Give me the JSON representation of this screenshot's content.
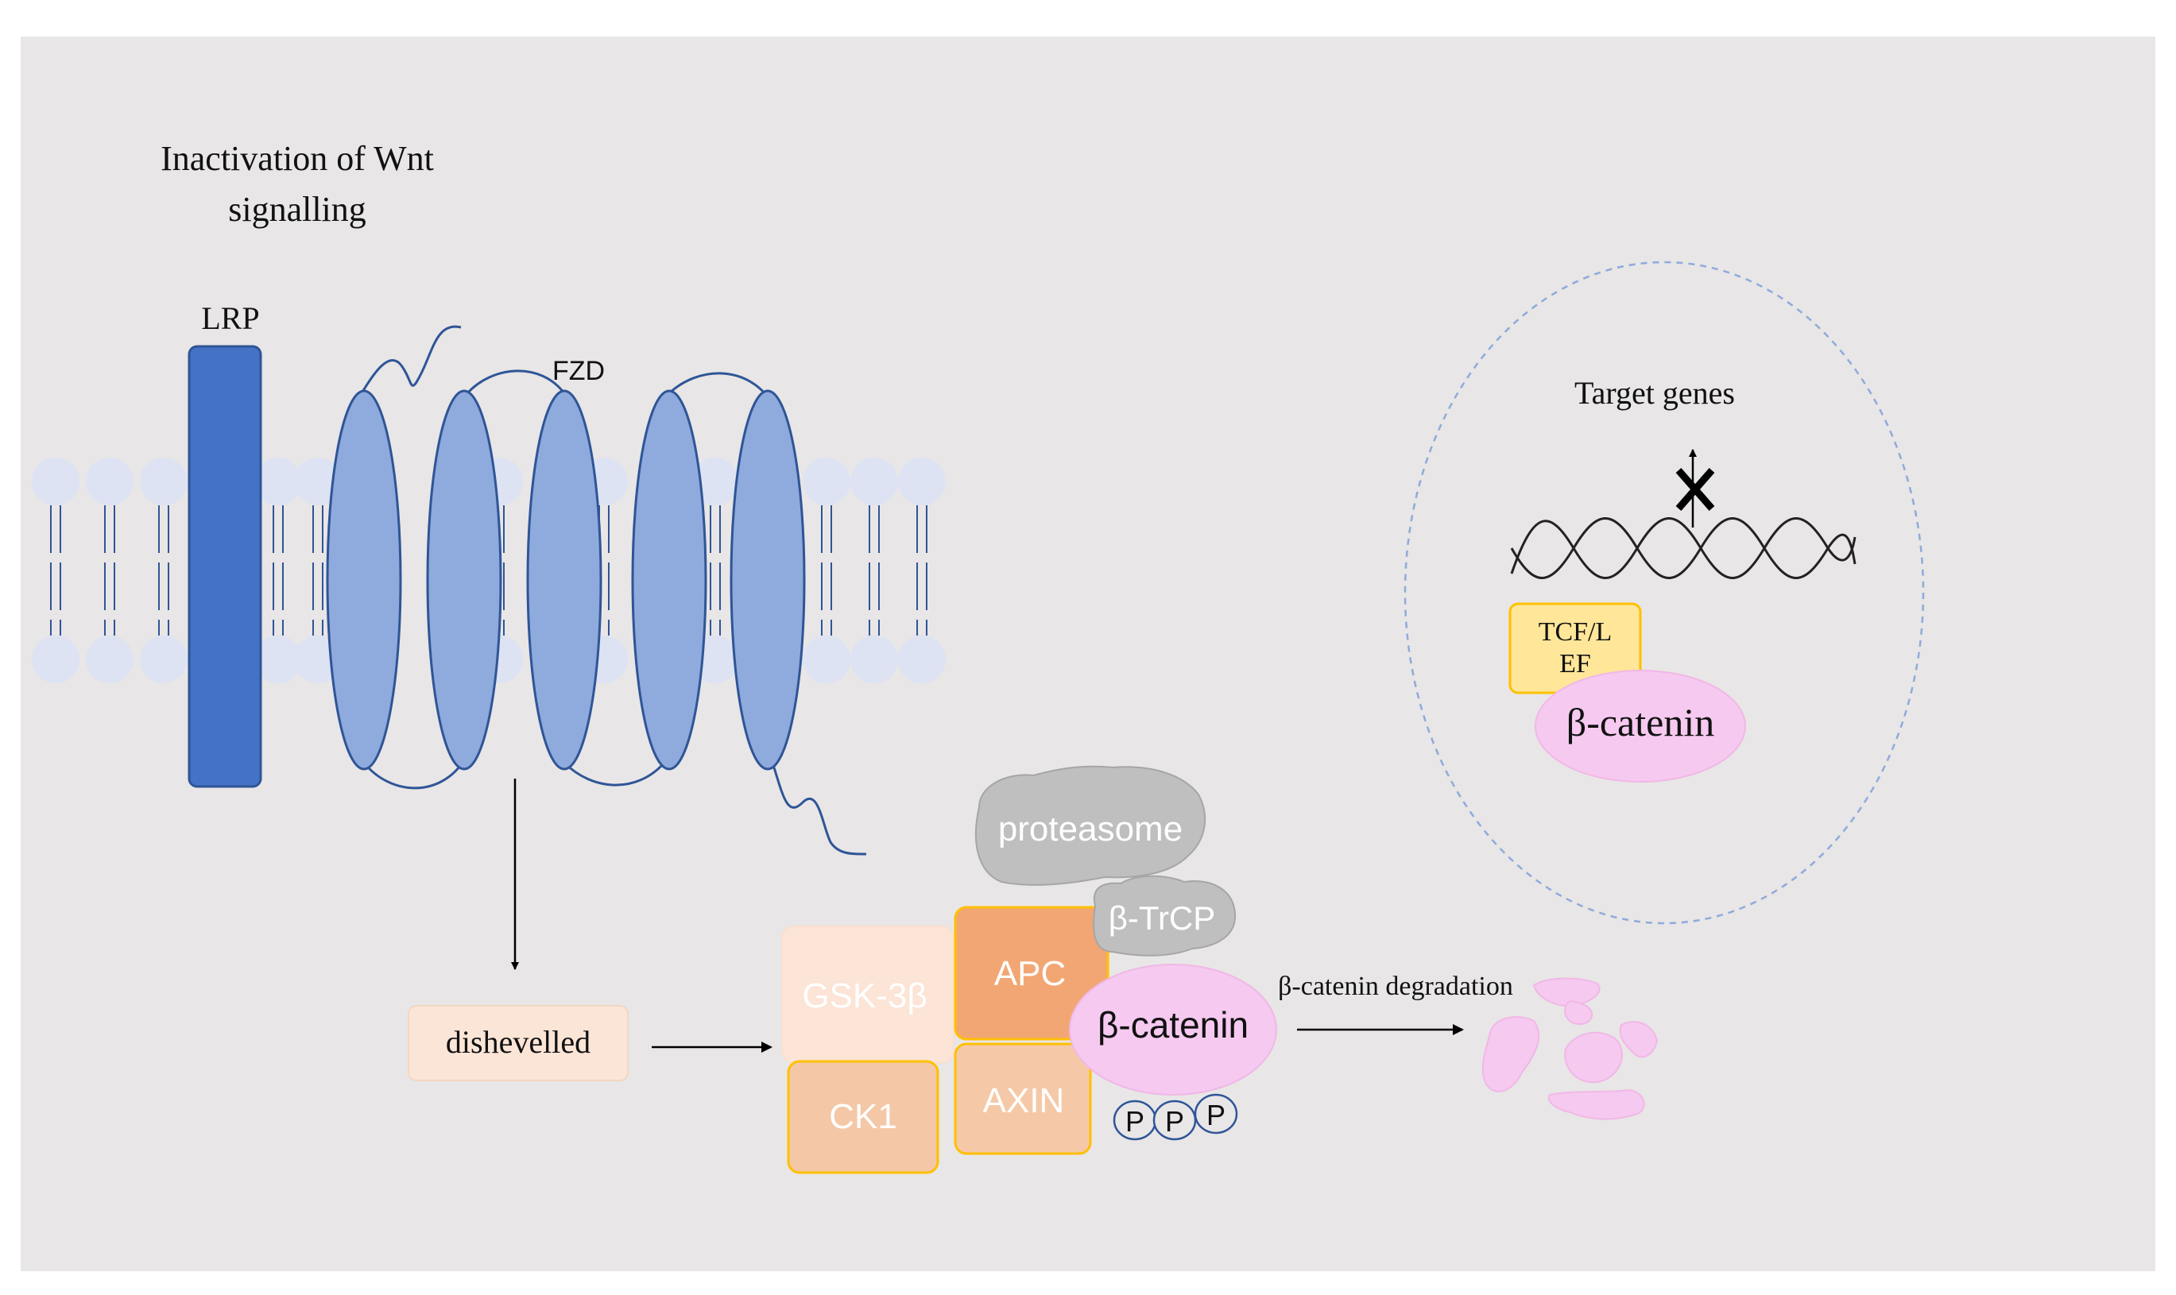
{
  "title": {
    "line1": "Inactivation of Wnt",
    "line2": "signalling"
  },
  "receptors": {
    "lrp": "LRP",
    "fzd": "FZD"
  },
  "cytoplasm": {
    "dishevelled": "dishevelled",
    "gsk3b": "GSK-3β",
    "ck1": "CK1",
    "apc": "APC",
    "axin": "AXIN",
    "proteasome": "proteasome",
    "btrcp": "β-TrCP",
    "beta_catenin": "β-catenin",
    "phospho": [
      "P",
      "P",
      "P"
    ],
    "degradation_label": "β-catenin degradation"
  },
  "nucleus": {
    "target_genes": "Target genes",
    "tcf_line1": "TCF/L",
    "tcf_line2": "EF",
    "beta_catenin": "β-catenin"
  },
  "colors": {
    "background": "#e8e6e6",
    "lrp": "#4472c4",
    "fzd": "#8faadc",
    "membrane": "#dde3f3",
    "dishevelled": "#fbe5d6",
    "gsk3b": "#fce4d6",
    "ck1": "#f4c7a6",
    "apc": "#f2a673",
    "axin": "#f5c9a7",
    "complex_border": "#ffc000",
    "proteasome": "#bfbfbf",
    "beta_catenin": "#f6c9f0",
    "tcf": "#ffe699",
    "nucleus_border": "#8faadc"
  }
}
